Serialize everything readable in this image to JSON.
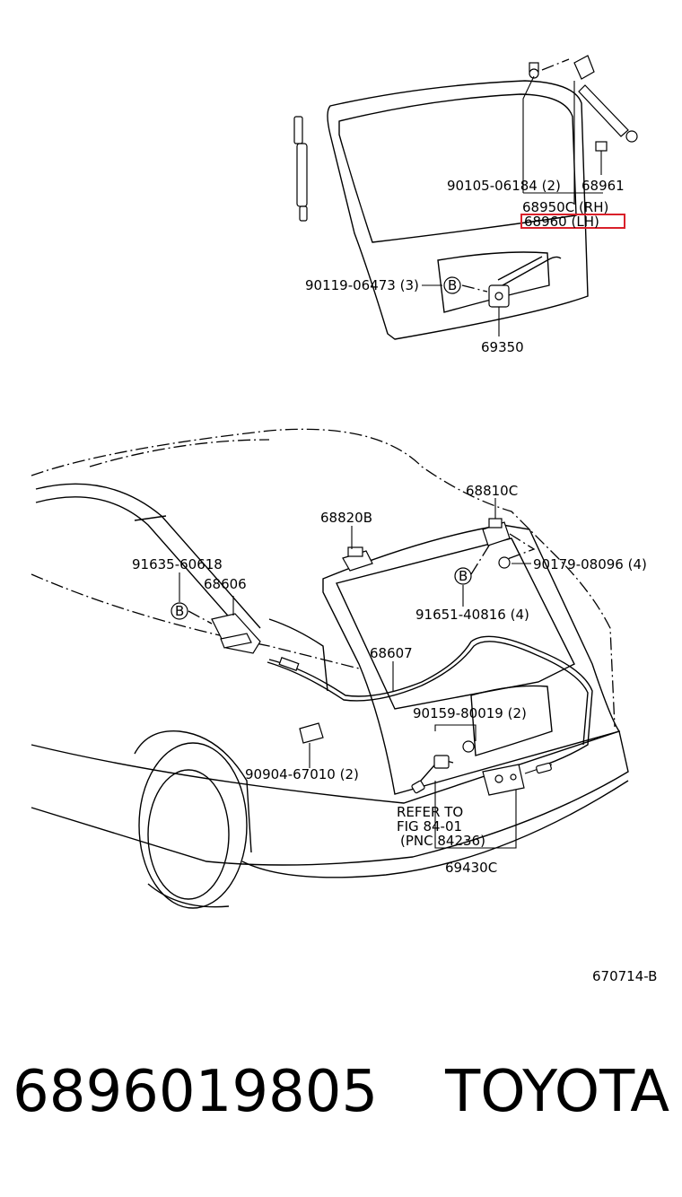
{
  "diagram": {
    "labels": {
      "l_90105": "90105-06184 (2)",
      "l_68961": "68961",
      "l_68950c": "68950C (RH)",
      "l_68960": "68960  (LH)",
      "l_90119": "90119-06473 (3)",
      "l_69350": "69350",
      "l_68810c": "68810C",
      "l_68820b": "68820B",
      "l_90179": "90179-08096 (4)",
      "l_91635": "91635-60618",
      "l_68606": "68606",
      "l_91651": "91651-40816 (4)",
      "l_68607": "68607",
      "l_90159": "90159-80019 (2)",
      "l_90904": "90904-67010 (2)",
      "l_refer1": "REFER TO",
      "l_refer2": "FIG 84-01",
      "l_refer3": "(PNC 84236)",
      "l_69430c": "69430C",
      "l_ref": "670714-B"
    },
    "badge_letter": "B",
    "highlight_color": "#d9202a"
  },
  "footer": {
    "part_number": "6896019805",
    "brand": "TOYOTA"
  }
}
